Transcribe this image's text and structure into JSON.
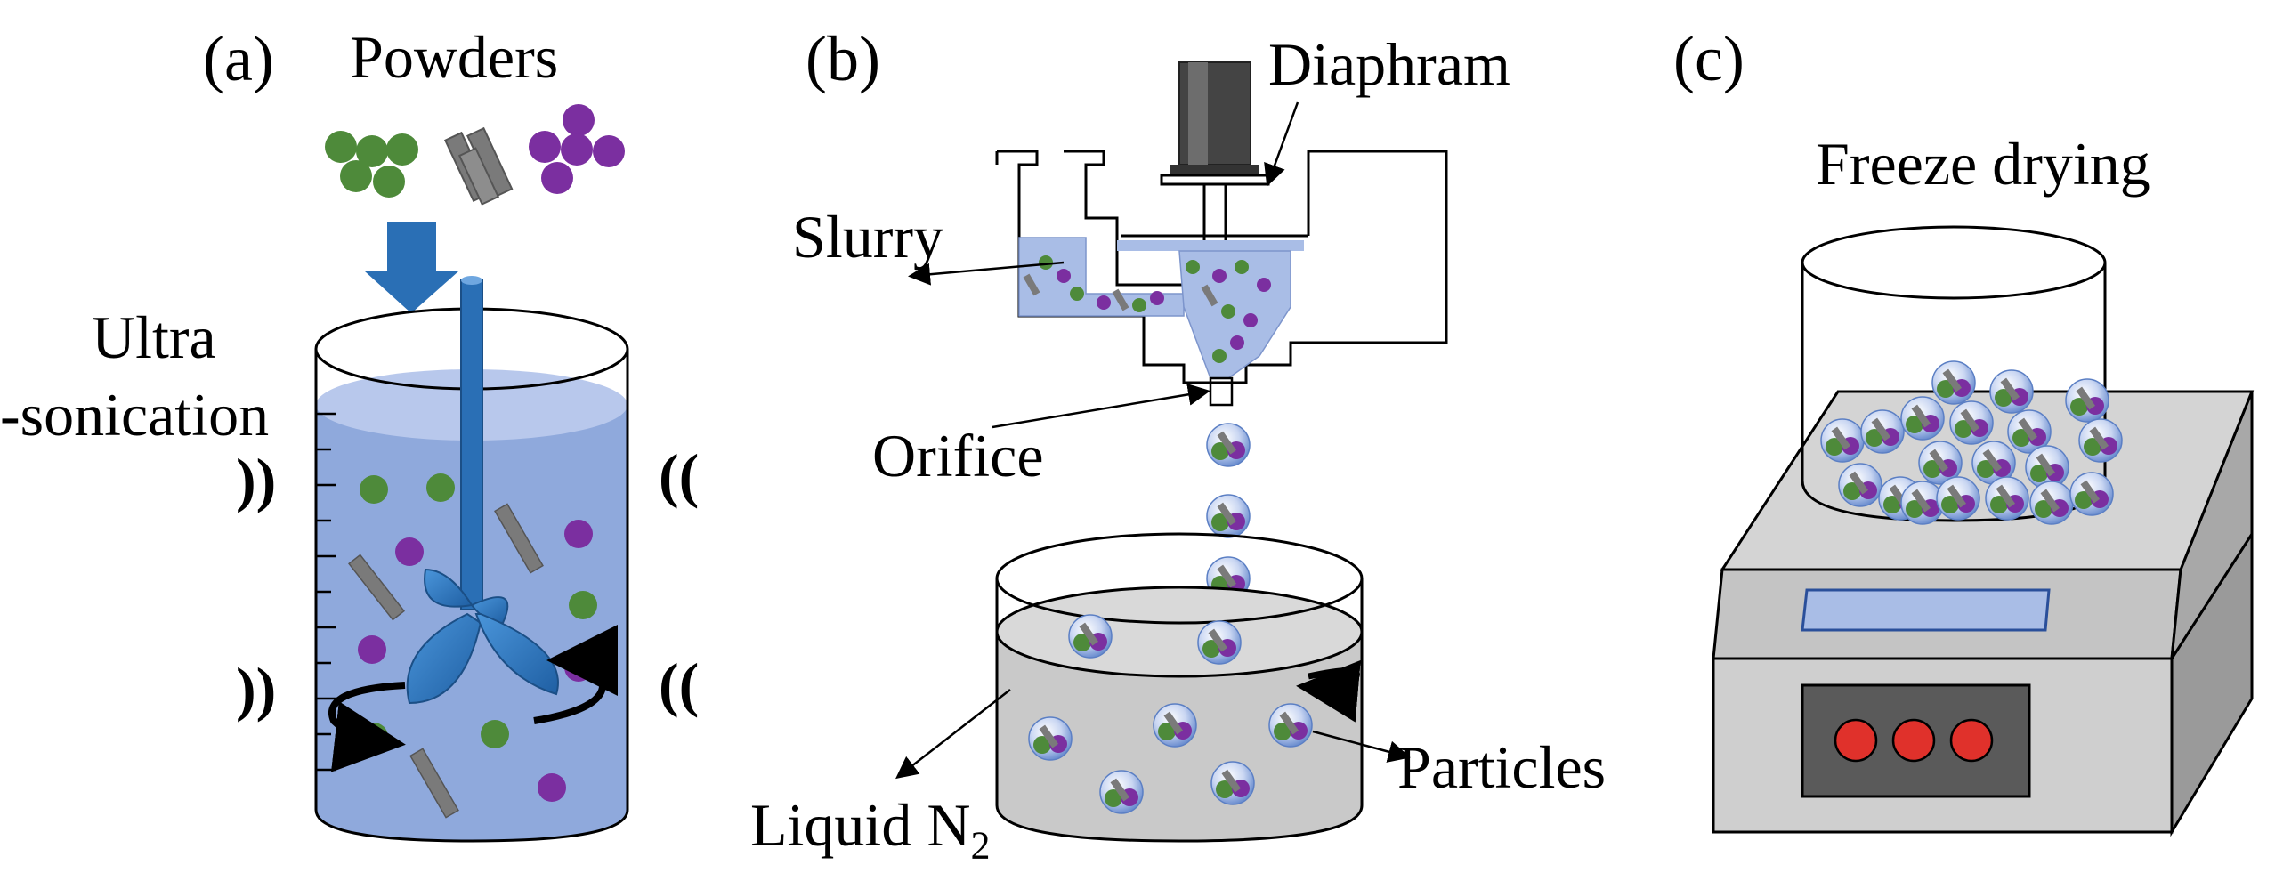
{
  "panels": {
    "a": {
      "label": "(a)",
      "powders_label": "Powders",
      "ultra_label": "Ultra",
      "sonication_label": "-sonication",
      "wave_left_top": "))",
      "wave_left_bottom": "))",
      "wave_right_top": "((",
      "wave_right_bottom": "(("
    },
    "b": {
      "label": "(b)",
      "diaphram_label": "Diaphram",
      "slurry_label": "Slurry",
      "orifice_label": "Orifice",
      "liquid_label": "Liquid N",
      "liquid_subscript": "2",
      "particles_label": "Particles"
    },
    "c": {
      "label": "(c)",
      "freeze_label": "Freeze drying"
    }
  },
  "colors": {
    "green_powder": "#4e8a3a",
    "purple_powder": "#7b2fa0",
    "gray_rod": "#7a7a7a",
    "beaker_liquid": "#8fa9dc",
    "beaker_liquid_top": "#b8c8ec",
    "stirrer_blue": "#2a6fb5",
    "slurry_blue": "#a9bde6",
    "nitrogen_gray": "#c9c9c9",
    "machine_gray": "#bdbdbd",
    "button_red": "#e0312b"
  }
}
